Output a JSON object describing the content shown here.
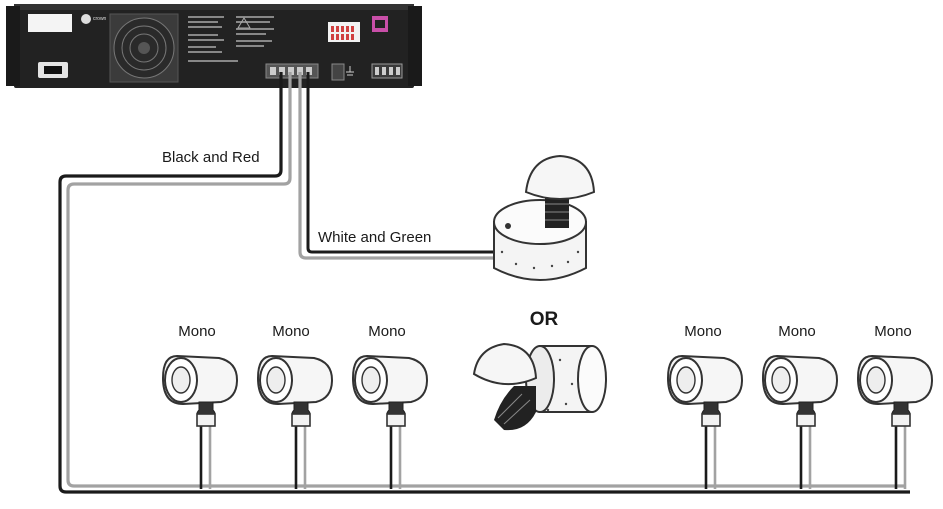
{
  "amplifier": {
    "brand_text": "crown"
  },
  "wires": {
    "amp_to_speakers_label": "Black and Red",
    "amp_to_sub_label": "White and Green"
  },
  "speakers": {
    "left_labels": [
      "Mono",
      "Mono",
      "Mono"
    ],
    "right_labels": [
      "Mono",
      "Mono",
      "Mono"
    ]
  },
  "subwoofer": {
    "or_label": "OR"
  },
  "colors": {
    "black_wire": "#1a1a1a",
    "grey_wire": "#9a9a9a",
    "amp_body": "#222222",
    "speaker_outline": "#333333"
  }
}
